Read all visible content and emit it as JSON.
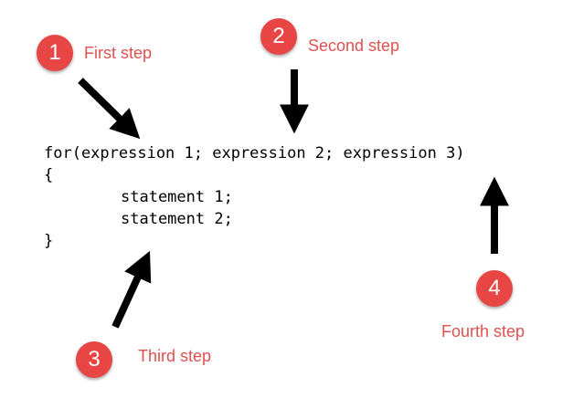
{
  "colors": {
    "badge": "#e84545",
    "label": "#e05050",
    "code": "#000000",
    "arrow": "#000000"
  },
  "steps": [
    {
      "number": "1",
      "label": "First step"
    },
    {
      "number": "2",
      "label": "Second step"
    },
    {
      "number": "3",
      "label": "Third step"
    },
    {
      "number": "4",
      "label": "Fourth step"
    }
  ],
  "code": {
    "line1": "for(expression 1; expression 2; expression 3)",
    "line2": "{",
    "line3": "statement 1;",
    "line4": "statement 2;",
    "line5": "}"
  }
}
